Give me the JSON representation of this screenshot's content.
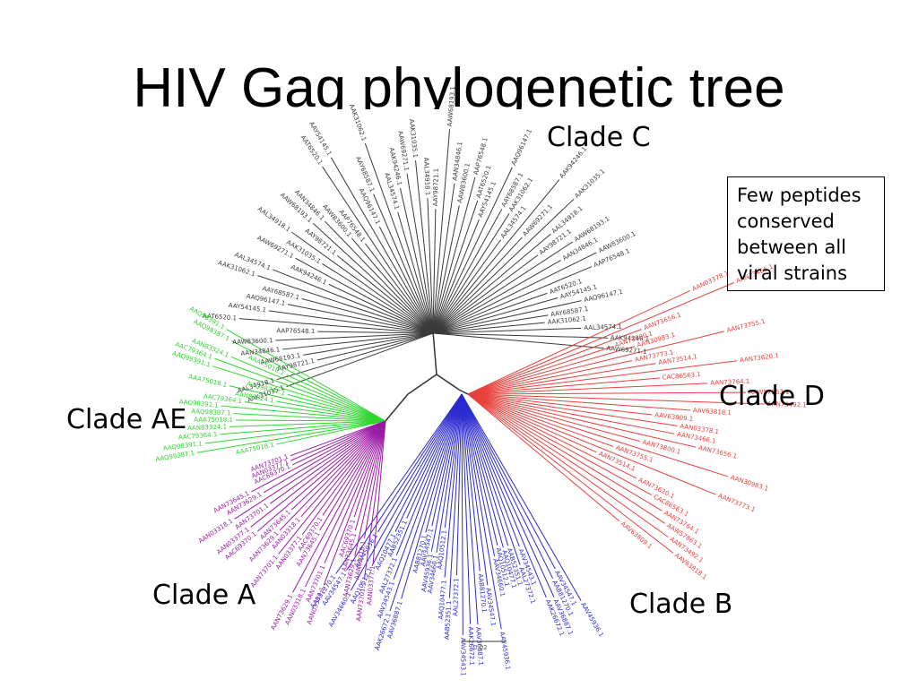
{
  "slide": {
    "title": "HIV Gag phylogenetic tree"
  },
  "clades": {
    "c": "Clade C",
    "d": "Clade D",
    "ae": "Clade AE",
    "a": "Clade A",
    "b": "Clade B"
  },
  "note": {
    "lines": [
      "Few peptides",
      "conserved",
      "between all",
      "viral strains"
    ]
  },
  "scale_bar": {
    "label": "0.02"
  },
  "colors": {
    "clade_c": "#3a3a3a",
    "clade_d": "#e8413c",
    "clade_ae": "#2fd62f",
    "clade_a": "#9b1aa6",
    "clade_b": "#2b2bd0"
  },
  "leaf_labels": {
    "c": [
      "AAK31035.1",
      "AAL34918.1",
      "AAY98721.1",
      "AAW68193.1",
      "AAN34846.1",
      "AAW83600.1",
      "AAP76548.1",
      "AAT6520.1",
      "AAY54145.1",
      "AAQ96147.1",
      "AAY68587.1",
      "AAK31062.1",
      "AAL34574.1",
      "AAK94246.1",
      "AAW69271.1"
    ],
    "d": [
      "AAN03378.1",
      "AAN73466.1",
      "AAN73656.1",
      "AAN73800.1",
      "AAN30983.1",
      "AAN73755.1",
      "AAN73773.1",
      "AAN73514.1",
      "AAN73620.1",
      "CAC86563.1",
      "AAN73764.1",
      "AAW57863.1",
      "AAN73492.1",
      "AAV63818.1",
      "AAV63809.1"
    ],
    "ae": [
      "AAA75018.1",
      "AAQ98387.1",
      "AAQ98391.1",
      "AAC79364.1",
      "AAN83324.1"
    ],
    "a": [
      "AAN03377.1",
      "AAN73701.1",
      "AAN03318.1",
      "AAN73629.1",
      "AAN73645.1",
      "AAC69370.1"
    ],
    "b": [
      "AAV45936.1",
      "AAV34547.1",
      "AAB81270.1",
      "AAV36887.1",
      "AAK26672.1",
      "AAV34543.1",
      "AAL27372.1",
      "AAB52351.1",
      "AAQ10477.1",
      "AAQ10512.1",
      "AAV34660.1"
    ]
  }
}
